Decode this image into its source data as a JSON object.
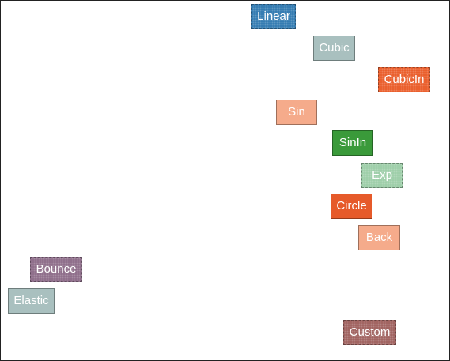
{
  "boxes": [
    {
      "label": "Linear",
      "color": "#2e78b0",
      "style": "dotted"
    },
    {
      "label": "Cubic",
      "color": "#a9c0bf",
      "style": "solid"
    },
    {
      "label": "CubicIn",
      "color": "#e95a26",
      "style": "dotted"
    },
    {
      "label": "Sin",
      "color": "#f5ab8b",
      "style": "solid"
    },
    {
      "label": "SinIn",
      "color": "#3a9a3a",
      "style": "solid"
    },
    {
      "label": "Exp",
      "color": "#9bcda6",
      "style": "dotted"
    },
    {
      "label": "Circle",
      "color": "#e65a2a",
      "style": "solid"
    },
    {
      "label": "Back",
      "color": "#f5ab8b",
      "style": "solid"
    },
    {
      "label": "Bounce",
      "color": "#8c6a87",
      "style": "dotted"
    },
    {
      "label": "Elastic",
      "color": "#a9c0bf",
      "style": "solid"
    },
    {
      "label": "Custom",
      "color": "#9e5f5c",
      "style": "dotted"
    }
  ]
}
